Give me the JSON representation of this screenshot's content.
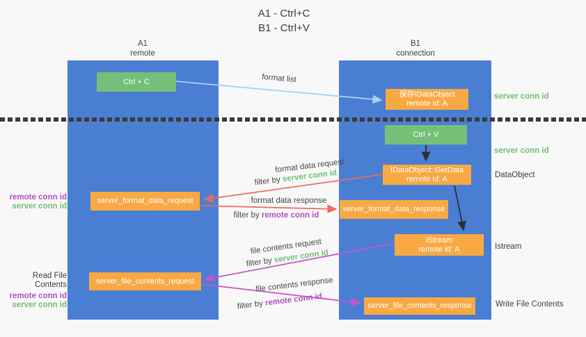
{
  "title": {
    "line1": "A1 - Ctrl+C",
    "line2": "B1 - Ctrl+V"
  },
  "lanes": {
    "left": {
      "name": "A1",
      "role": "remote"
    },
    "right": {
      "name": "B1",
      "role": "connection"
    }
  },
  "nodes": {
    "ctrl_c": {
      "label": "Ctrl + C"
    },
    "ctrl_v": {
      "label": "Ctrl + V"
    },
    "save_dataobject": {
      "line1": "保存IDataObject",
      "line2": "remote id: A"
    },
    "getdata": {
      "line1": "IDataObject::GetData",
      "line2": "remote id: A"
    },
    "istream": {
      "line1": "IStream",
      "line2": "remote id: A"
    },
    "server_format_data_request": {
      "label": "server_format_data_request"
    },
    "server_format_data_response": {
      "label": "server_format_data_response"
    },
    "server_file_contents_request": {
      "label": "server_file_contents_request"
    },
    "server_file_contents_response": {
      "label": "server_file_contents_response"
    }
  },
  "arrows": {
    "format_list": {
      "label": "format list"
    },
    "format_data_request": {
      "label": "format data request",
      "filter_prefix": "filter by",
      "filter_key": "server conn id"
    },
    "format_data_response": {
      "label": "format data response",
      "filter_prefix": "filter by",
      "filter_key": "remote conn id"
    },
    "file_contents_request": {
      "label": "file contents request",
      "filter_prefix": "filter by",
      "filter_key": "server conn id"
    },
    "file_contents_response": {
      "label": "file contents response",
      "filter_prefix": "filter by",
      "filter_key": "remote conn id"
    }
  },
  "side_labels": {
    "left_format": {
      "remote": "remote conn id",
      "server": "server conn id"
    },
    "left_file": {
      "title": "Read File Contents",
      "remote": "remote conn id",
      "server": "server conn id"
    },
    "right": {
      "server_conn_top": "server conn id",
      "server_conn_mid": "server conn id",
      "dataobject": "DataObject",
      "istream": "Istream",
      "write_file_contents": "Write File Contents"
    }
  },
  "colors": {
    "lane_blue": "#4a7ed3",
    "box_green": "#74c078",
    "box_orange": "#f8a944",
    "arrow_light_blue": "#a6d3f2",
    "arrow_red": "#ee6a5f",
    "arrow_magenta": "#c557c8",
    "arrow_black": "#2e2e2e",
    "text_green": "#6fbf74",
    "text_purple": "#b44ec4",
    "background": "#f8f8f8"
  }
}
